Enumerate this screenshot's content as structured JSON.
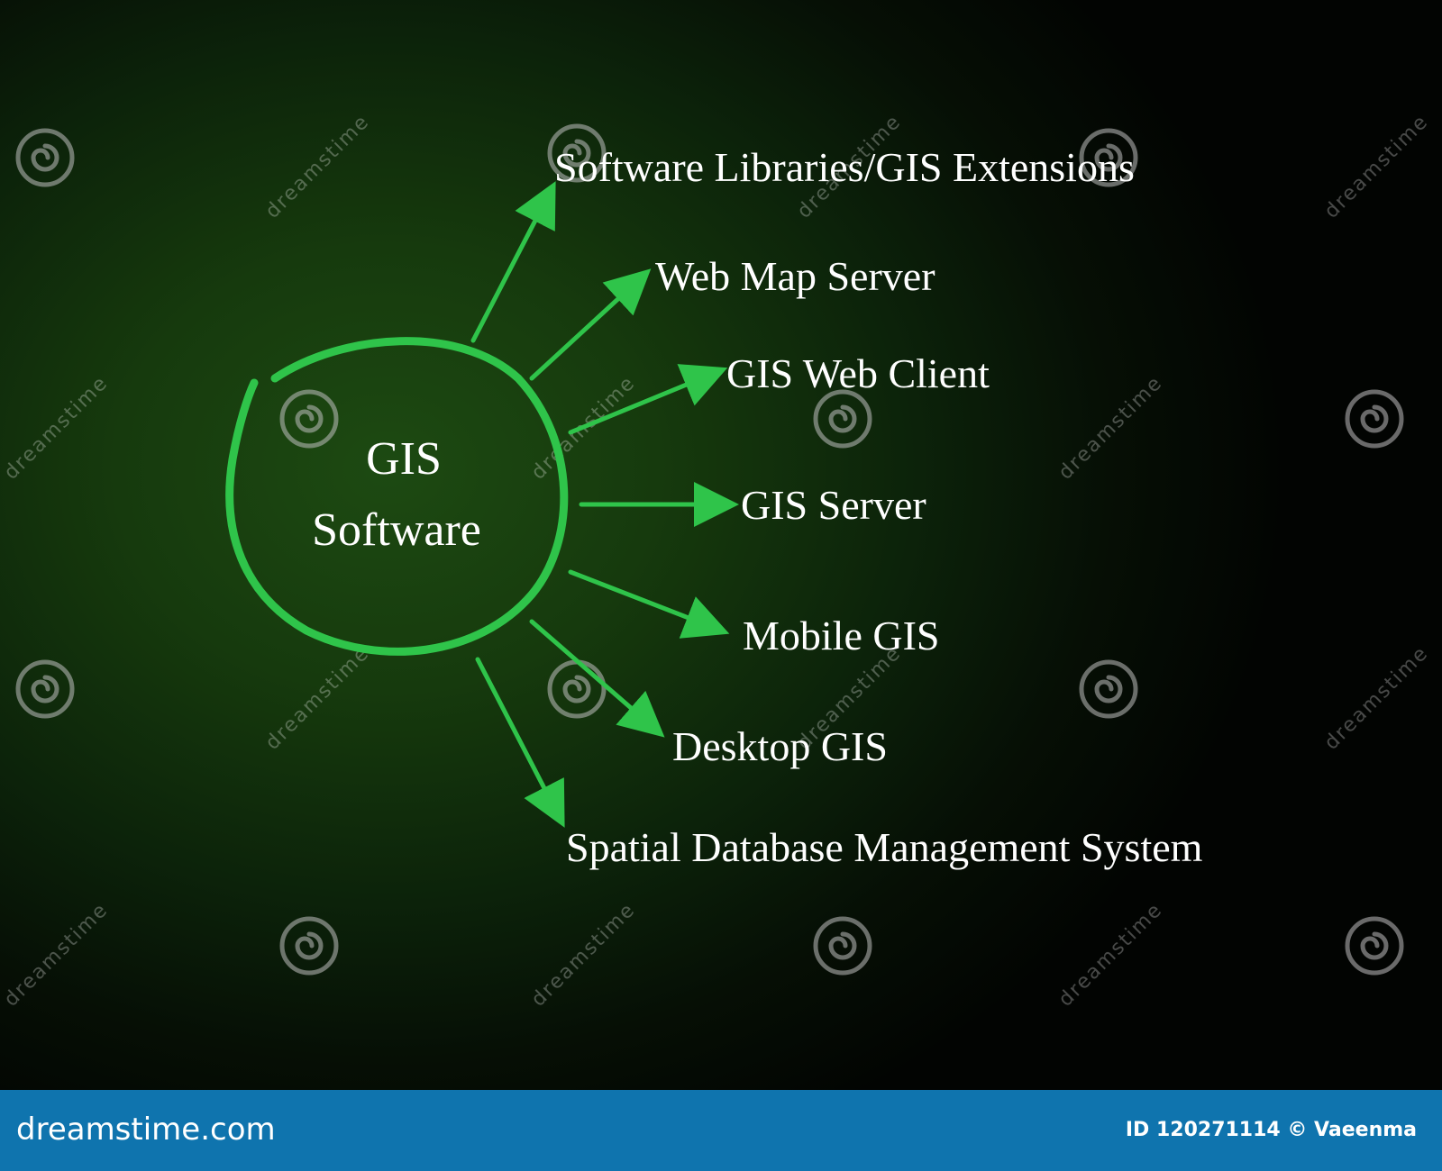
{
  "diagram": {
    "hub": {
      "line1": "GIS",
      "line2": "Software"
    },
    "branches": [
      {
        "label": "Software Libraries/GIS Extensions"
      },
      {
        "label": "Web Map Server"
      },
      {
        "label": "GIS Web Client"
      },
      {
        "label": "GIS Server"
      },
      {
        "label": "Mobile GIS"
      },
      {
        "label": "Desktop GIS"
      },
      {
        "label": "Spatial Database Management System"
      }
    ],
    "stroke_color": "#2fc44a",
    "text_color": "#ffffff"
  },
  "watermark": {
    "text": "dreamstime"
  },
  "footer": {
    "brand": "dreamstime.com",
    "id_credit": "ID 120271114 © Vaeenma",
    "background": "#0f74ae"
  }
}
